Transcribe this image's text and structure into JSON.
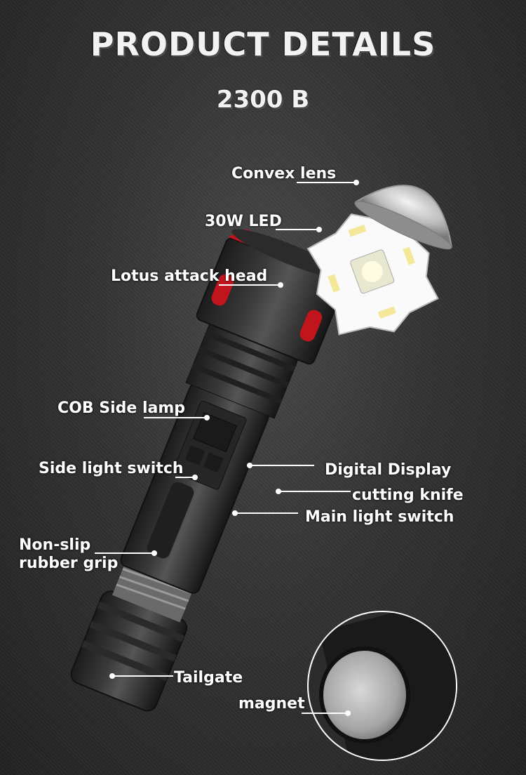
{
  "header": {
    "title": "PRODUCT DETAILS",
    "model": "2300 B"
  },
  "labels": {
    "convex_lens": "Convex lens",
    "led": "30W LED",
    "lotus_head": "Lotus attack head",
    "cob_side_lamp": "COB Side lamp",
    "side_light_switch": "Side light switch",
    "digital_display": "Digital Display",
    "cutting_knife": "cutting knife",
    "main_light_switch": "Main light switch",
    "grip_line1": "Non-slip",
    "grip_line2": "rubber grip",
    "tailgate": "Tailgate",
    "magnet": "magnet"
  },
  "colors": {
    "background": "#333333",
    "text": "#ffffff",
    "accent_red": "#c0151d"
  }
}
